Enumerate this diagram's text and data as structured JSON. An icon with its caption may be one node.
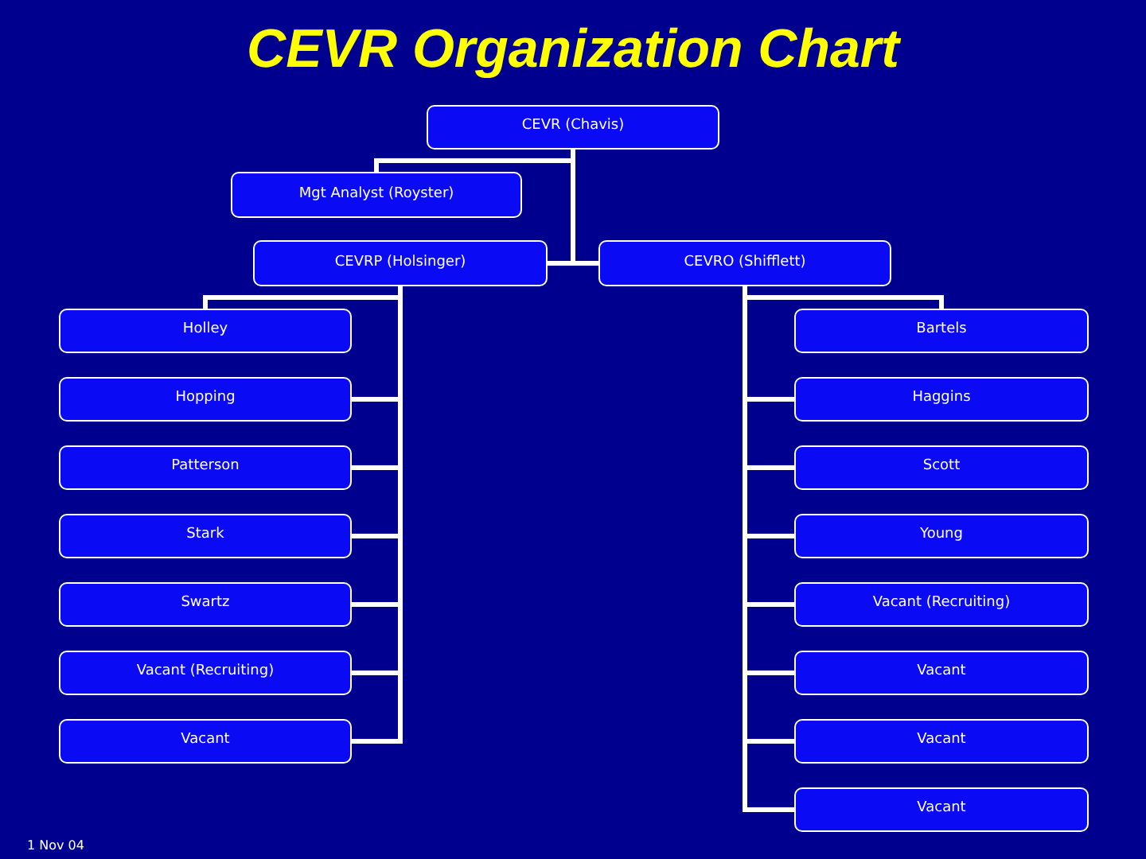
{
  "diagram": {
    "title": "CEVR Organization Chart",
    "nodes": [
      {
        "text": [
          "CEVR (Chavis)"
        ]
      },
      {
        "text": [
          "Mgt Analyst (Royster)"
        ]
      },
      {
        "text": [
          "CEVRP (Holsinger)"
        ]
      },
      {
        "text": [
          "CEVRO (Shifflett)"
        ]
      },
      {
        "text": [
          "Holley"
        ]
      },
      {
        "text": [
          "Hopping"
        ]
      },
      {
        "text": [
          "Patterson"
        ]
      },
      {
        "text": [
          "Stark"
        ]
      },
      {
        "text": [
          "Swartz"
        ]
      },
      {
        "text": [
          "Vacant (Recruiting)"
        ]
      },
      {
        "text": [
          "Vacant"
        ]
      },
      {
        "text": [
          "Bartels"
        ]
      },
      {
        "text": [
          "Haggins"
        ]
      },
      {
        "text": [
          "Scott"
        ]
      },
      {
        "text": [
          "Young"
        ]
      },
      {
        "text": [
          "Vacant (Recruiting)"
        ]
      },
      {
        "text": [
          "Vacant"
        ]
      },
      {
        "text": [
          "Vacant"
        ]
      },
      {
        "text": [
          "Vacant"
        ]
      }
    ],
    "edges": [
      {
        "from": 0,
        "to": 1,
        "arrow": "none"
      },
      {
        "from": 0,
        "to": 2,
        "arrow": "none"
      },
      {
        "from": 0,
        "to": 3,
        "arrow": "none"
      },
      {
        "from": 2,
        "to": 4,
        "arrow": "none"
      },
      {
        "from": 2,
        "to": 5,
        "arrow": "none"
      },
      {
        "from": 2,
        "to": 6,
        "arrow": "none"
      },
      {
        "from": 2,
        "to": 7,
        "arrow": "none"
      },
      {
        "from": 2,
        "to": 8,
        "arrow": "none"
      },
      {
        "from": 2,
        "to": 9,
        "arrow": "none"
      },
      {
        "from": 2,
        "to": 10,
        "arrow": "none"
      },
      {
        "from": 3,
        "to": 11,
        "arrow": "none"
      },
      {
        "from": 3,
        "to": 12,
        "arrow": "none"
      },
      {
        "from": 3,
        "to": 13,
        "arrow": "none"
      },
      {
        "from": 3,
        "to": 14,
        "arrow": "none"
      },
      {
        "from": 3,
        "to": 15,
        "arrow": "none"
      },
      {
        "from": 3,
        "to": 16,
        "arrow": "none"
      },
      {
        "from": 3,
        "to": 17,
        "arrow": "none"
      },
      {
        "from": 3,
        "to": 18,
        "arrow": "none"
      }
    ],
    "labels": [
      "1 Nov 04"
    ]
  }
}
